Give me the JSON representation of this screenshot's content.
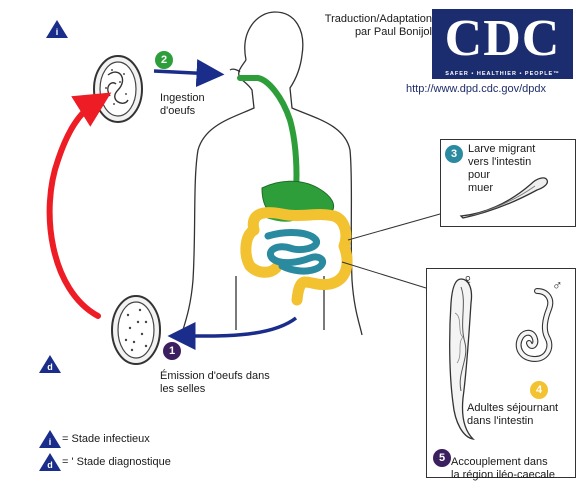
{
  "credit": {
    "line1": "Traduction/Adaptation",
    "line2": "par Paul Bonijol"
  },
  "logo": {
    "word": "CDC",
    "tagline": "SAFER • HEALTHIER • PEOPLE™"
  },
  "url": "http://www.dpd.cdc.gov/dpdx",
  "markers": {
    "infective": "i",
    "diagnostic": "d"
  },
  "steps": [
    {
      "number": "1",
      "color": "#3b1f5e",
      "lines": [
        "Émission d'oeufs dans",
        "les selles"
      ]
    },
    {
      "number": "2",
      "color": "#2e9e3a",
      "lines": [
        "Ingestion",
        "d'oeufs"
      ]
    },
    {
      "number": "3",
      "color": "#2a8aa0",
      "lines": [
        "Larve migrant",
        "vers l'intestin",
        "pour",
        "muer"
      ]
    },
    {
      "number": "4",
      "color": "#f2c230",
      "lines": [
        "Adultes séjournant",
        "dans l'intestin"
      ]
    },
    {
      "number": "5",
      "color": "#3b1f5e",
      "lines": [
        "Accouplement dans",
        "la région iléo-caecale"
      ]
    }
  ],
  "sex_symbols": {
    "female": "♀",
    "male": "♂"
  },
  "legend": [
    {
      "marker": "i",
      "text": "= Stade infectieux"
    },
    {
      "marker": "d",
      "text": "= ' Stade diagnostique"
    }
  ],
  "colors": {
    "navy": "#1b2d8a",
    "red_arrow": "#ee1c24",
    "esophagus_stomach": "#2e9e3a",
    "small_intestine": "#2a8aa0",
    "large_intestine": "#f2c230"
  }
}
